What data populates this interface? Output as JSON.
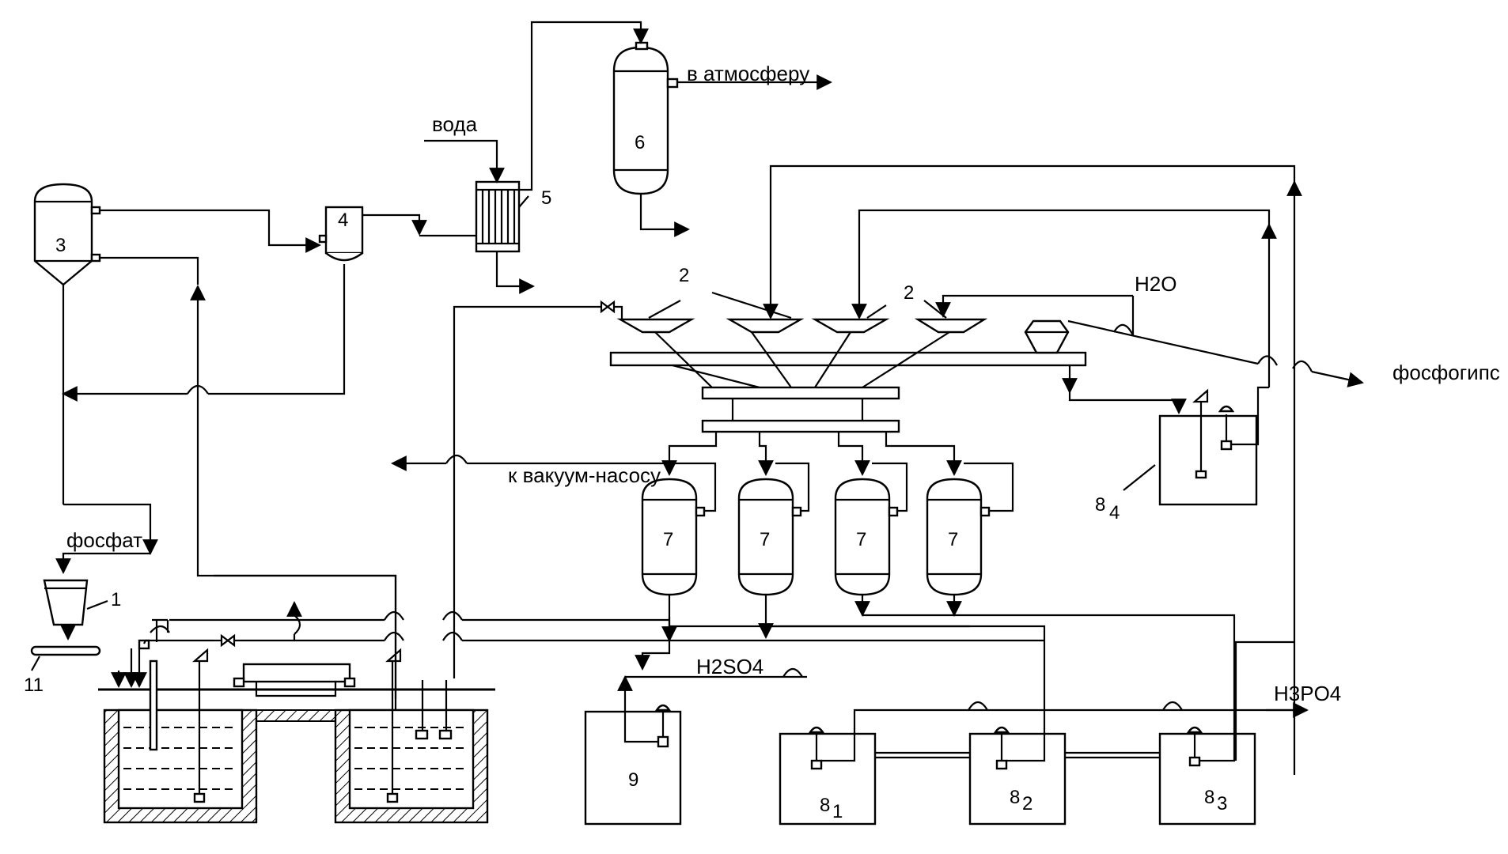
{
  "labels": {
    "water": "вода",
    "atmosphere": "в атмосферу",
    "phosphate": "фосфат",
    "vacuum_pump": "к вакуум-насосу",
    "h2o": "H2O",
    "phosphogypsum": "фосфогипс",
    "h2so4": "H2SO4",
    "h3po4": "H3PO4"
  },
  "numbers": {
    "n1": "1",
    "n2a": "2",
    "n2b": "2",
    "n3": "3",
    "n4": "4",
    "n5": "5",
    "n6": "6",
    "n7a": "7",
    "n7b": "7",
    "n7c": "7",
    "n7d": "7",
    "n8_1": "8",
    "n8_1_sub": "1",
    "n8_2": "8",
    "n8_2_sub": "2",
    "n8_3": "8",
    "n8_3_sub": "3",
    "n8_4": "8",
    "n8_4_sub": "4",
    "n9": "9",
    "n11": "11"
  }
}
